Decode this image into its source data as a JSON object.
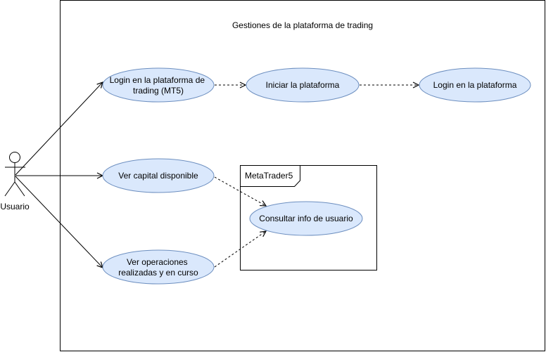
{
  "diagram": {
    "system_title": "Gestiones de la plataforma de trading",
    "actor": {
      "label": "Usuario"
    },
    "frame": {
      "label": "MetaTrader5"
    },
    "use_cases": {
      "login_mt5": [
        "Login en la plataforma de",
        "trading (MT5)"
      ],
      "iniciar": "Iniciar la plataforma",
      "login_plataforma": "Login en la plataforma",
      "capital": "Ver capital disponible",
      "operaciones": [
        "Ver operaciones",
        "realizadas y en curso"
      ],
      "consultar": "Consultar info de usuario"
    },
    "colors": {
      "use_case_fill": "#dae8fc",
      "use_case_stroke": "#6c8ebf",
      "line": "#000000"
    }
  }
}
